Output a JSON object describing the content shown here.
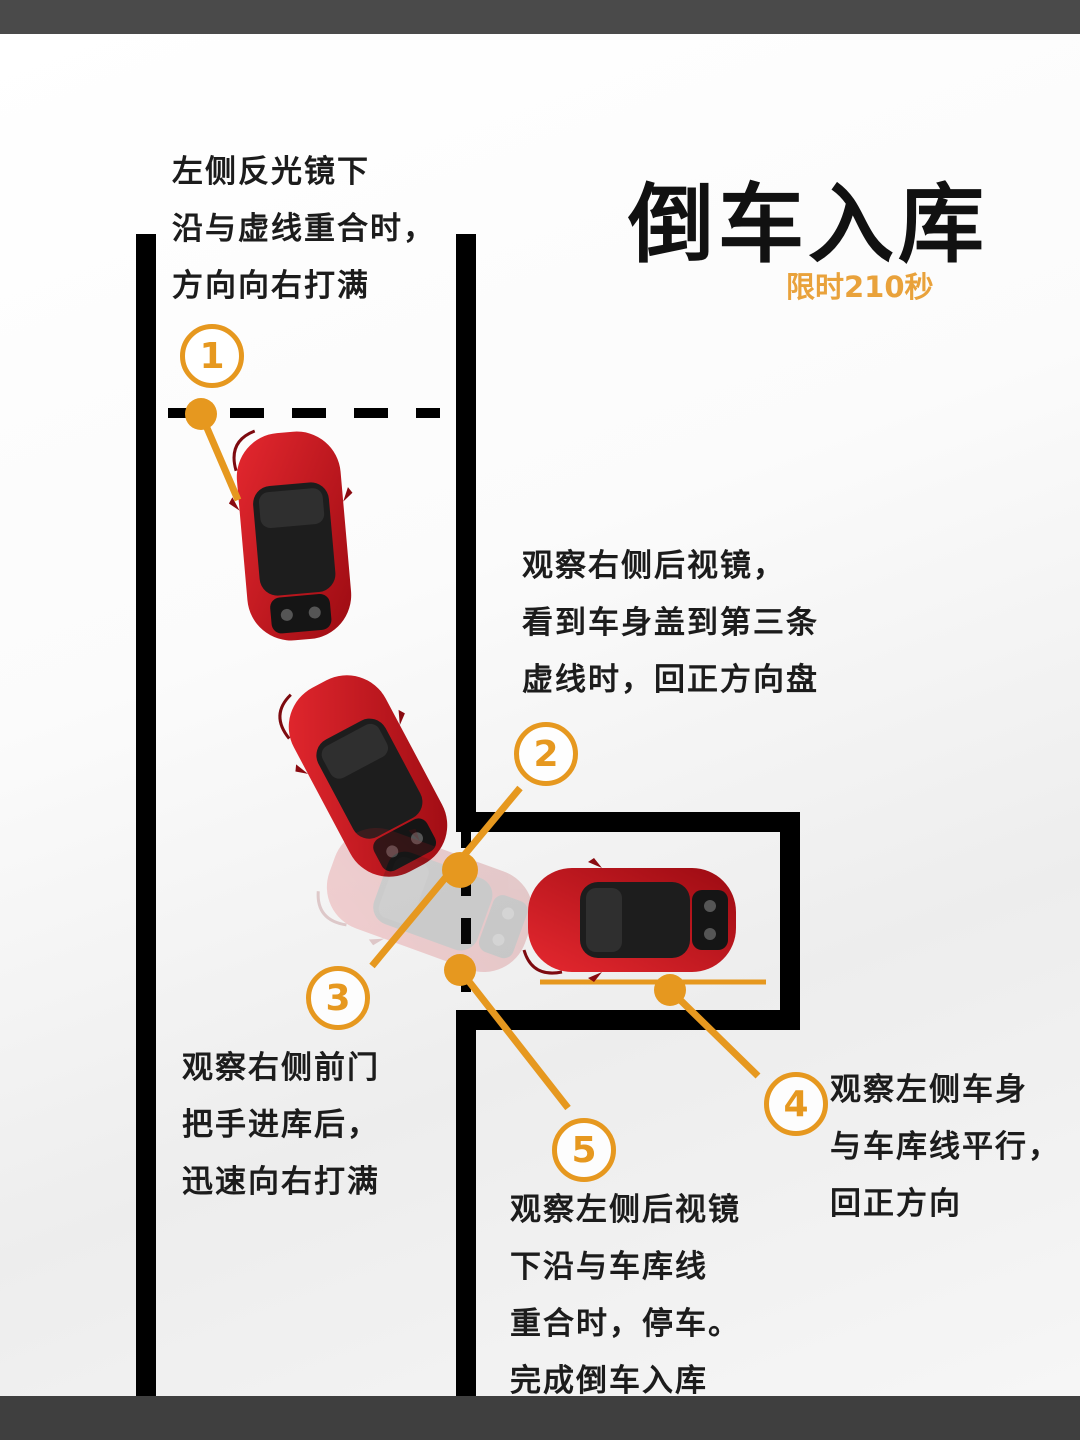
{
  "title": "倒车入库",
  "subtitle": "限时210秒",
  "colors": {
    "accent": "#e6981f",
    "line": "#000000",
    "car": "#c8121b"
  },
  "steps": [
    {
      "number": "1",
      "lines": [
        "左侧反光镜下",
        "沿与虚线重合时，",
        "方向向右打满"
      ]
    },
    {
      "number": "2",
      "lines": [
        "观察右侧后视镜，",
        "看到车身盖到第三条",
        "虚线时，回正方向盘"
      ]
    },
    {
      "number": "3",
      "lines": [
        "观察右侧前门",
        "把手进库后，",
        "迅速向右打满"
      ]
    },
    {
      "number": "4",
      "lines": [
        "观察左侧车身",
        "与车库线平行，",
        "回正方向"
      ]
    },
    {
      "number": "5",
      "lines": [
        "观察左侧后视镜",
        "下沿与车库线",
        "重合时，停车。",
        "完成倒车入库"
      ]
    }
  ]
}
